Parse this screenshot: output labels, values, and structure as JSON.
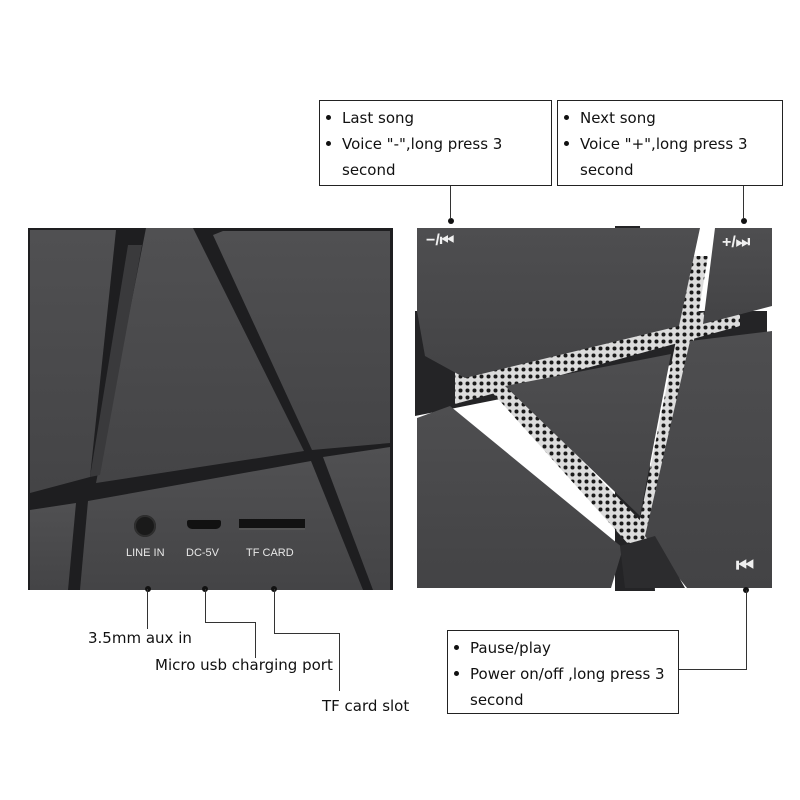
{
  "colors": {
    "body": "#4a4a4c",
    "body_dark": "#2a2a2c",
    "groove": "#1c1c1e",
    "grille": "#d8d8d8",
    "line": "#333333",
    "background": "#ffffff"
  },
  "top_callouts": {
    "left": {
      "items": [
        "Last song",
        "Voice \"-\",long press 3 second"
      ]
    },
    "right": {
      "items": [
        "Next song",
        "Voice \"+\",long press 3 second"
      ]
    }
  },
  "bottom_callout": {
    "items": [
      "Pause/play",
      "Power on/off ,long press 3 second"
    ]
  },
  "left_device": {
    "ports": [
      {
        "id": "line-in",
        "label": "LINE IN",
        "icon": "audio-jack-icon"
      },
      {
        "id": "dc-5v",
        "label": "DC-5V",
        "icon": "micro-usb-port-icon"
      },
      {
        "id": "tf-card",
        "label": "TF CARD",
        "icon": "tf-card-slot-icon"
      }
    ],
    "annotations": [
      "3.5mm aux in",
      "Micro usb charging port",
      "TF card slot"
    ]
  },
  "right_device": {
    "buttons": [
      {
        "id": "prev",
        "glyph": "−/⏮",
        "icon": "previous-volume-down-icon"
      },
      {
        "id": "next",
        "glyph": "+/⏭",
        "icon": "next-volume-up-icon"
      },
      {
        "id": "play",
        "glyph": "⏮",
        "icon": "play-pause-power-icon"
      }
    ]
  }
}
